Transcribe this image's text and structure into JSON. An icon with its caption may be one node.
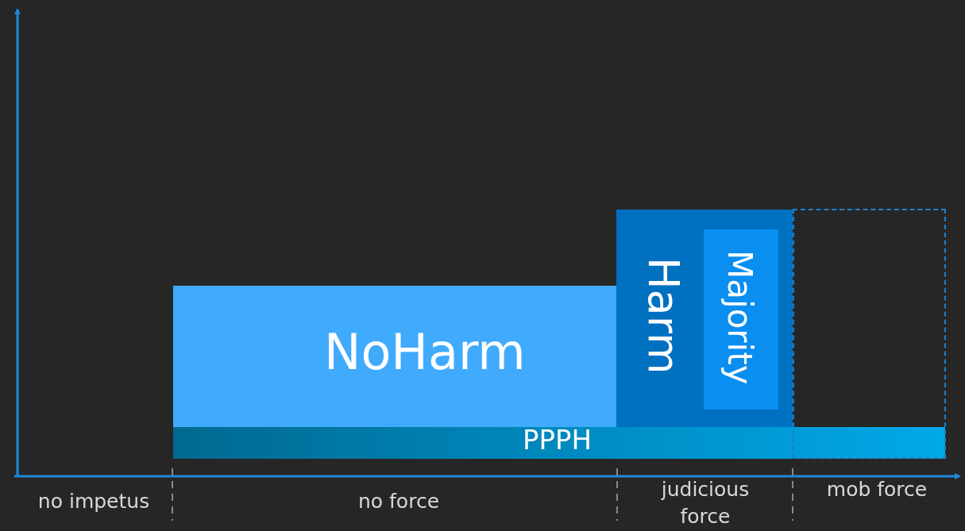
{
  "diagram": {
    "nodes": [
      {
        "text": [
          "NoHarm"
        ]
      },
      {
        "text": [
          "Harm"
        ]
      },
      {
        "text": [
          "Majority"
        ],
        "in": 1
      },
      {
        "text": [
          "PPPH"
        ]
      },
      {
        "text": [],
        "shape": "box"
      }
    ],
    "labels": [
      "no impetus",
      "no force",
      "judicious force",
      "mob force"
    ]
  }
}
